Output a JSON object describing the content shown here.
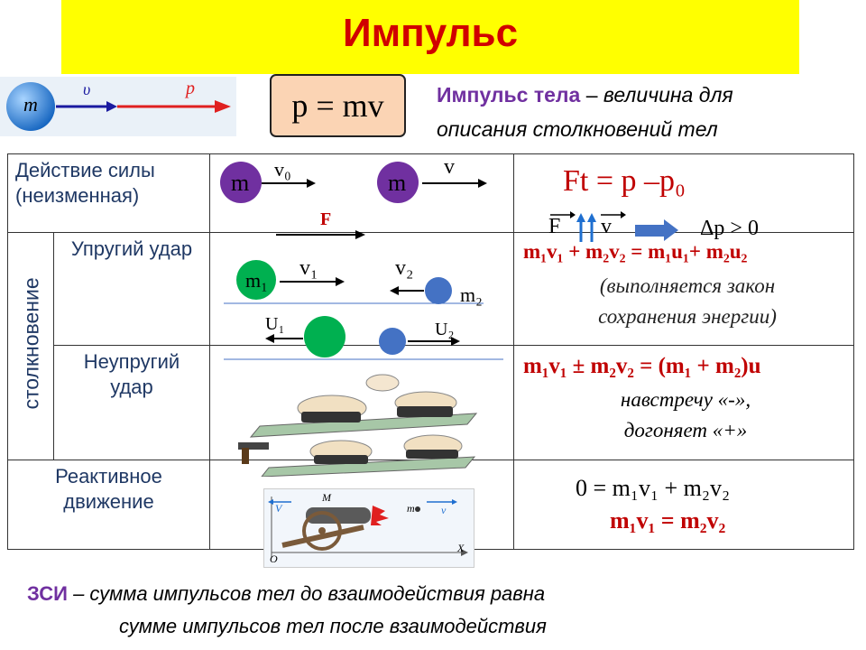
{
  "header": {
    "title": "Импульс"
  },
  "top_diagram": {
    "mass": "m",
    "velocity": "υ",
    "momentum": "p"
  },
  "formula": "p = mv",
  "definition": {
    "term": "Импульс тела",
    "dash": " – ",
    "text": "величина для описания столкновений тел"
  },
  "rows": [
    {
      "label": "Действие силы (неизменная)",
      "diagram": {
        "mass1": "m",
        "mass2": "m",
        "v0": "v₀",
        "v": "v",
        "force": "F"
      },
      "formula_main": "Ft = p –p₀",
      "formula_sub": {
        "f": "F",
        "v": "v",
        "dp": "Δp > 0"
      }
    },
    {
      "group_label": "столкновение",
      "label": "Упругий удар",
      "diagram": {
        "m1": "m₁",
        "m2": "m₂",
        "v1": "v₁",
        "v2": "v₂",
        "u1": "U₁",
        "u2": "U₂"
      },
      "formula_main": "m₁v₁ + m₂v₂ = m₁u₁+ m₂u₂",
      "formula_note": "(выполняется закон сохранения энергии)"
    },
    {
      "label": "Неупругий удар",
      "formula_main": "m₁v₁ ± m₂v₂ = (m₁ + m₂)u",
      "note_line1": "навстречу «-»,",
      "note_line2": "догоняет «+»"
    },
    {
      "label": "Реактивное движение",
      "diagram": {
        "M": "M",
        "V": "V",
        "m": "m",
        "v": "v",
        "O": "O",
        "X": "X"
      },
      "formula_main": "0 = m₁v₁ + m₂v₂",
      "formula_result": "m₁v₁ = m₂v₂"
    }
  ],
  "footer": {
    "term": "ЗСИ",
    "line1": "– сумма импульсов тел до взаимодействия равна",
    "line2": "сумме импульсов тел после взаимодействия"
  },
  "colors": {
    "title_bg": "#ffff00",
    "title_text": "#d00000",
    "accent": "#7030a0",
    "label": "#1f3864",
    "ball_purple": "#7030a0",
    "ball_green": "#00b050",
    "ball_blue": "#4472c4"
  }
}
